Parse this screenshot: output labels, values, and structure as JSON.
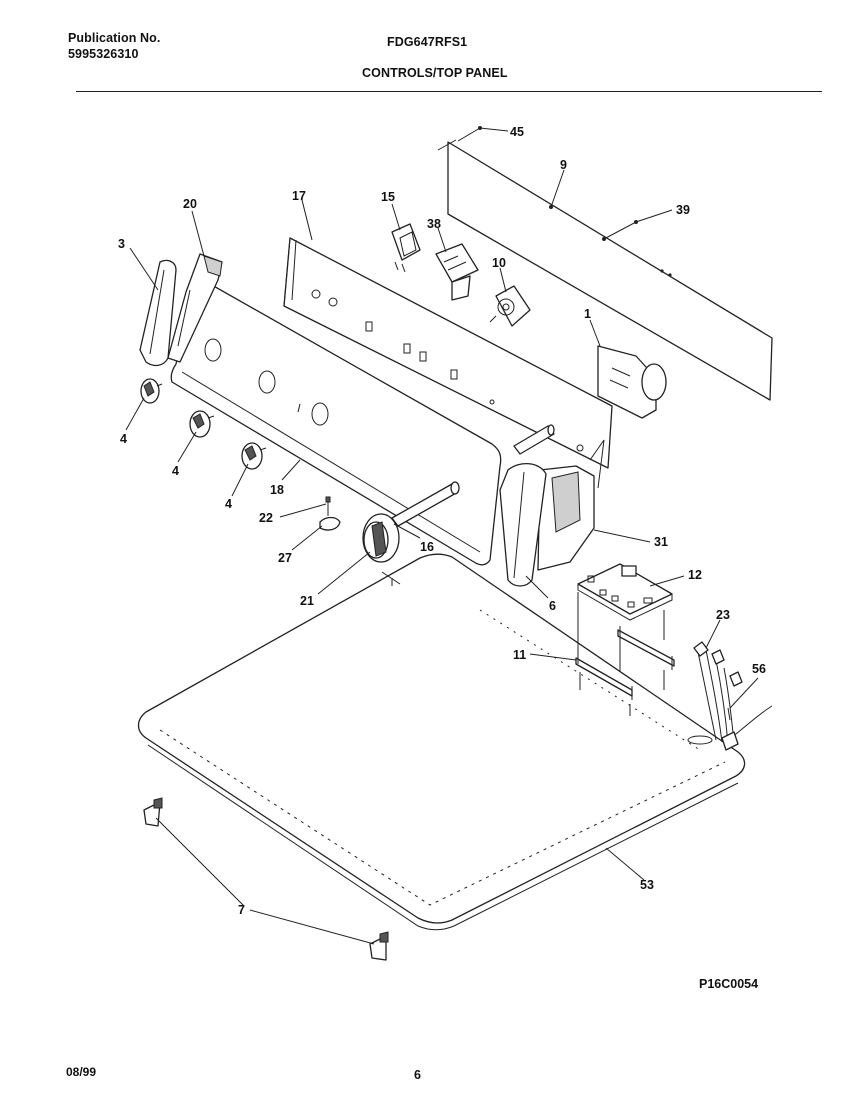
{
  "header": {
    "publication_label": "Publication No.",
    "publication_number": "5995326310",
    "model": "FDG647RFS1",
    "section_title": "CONTROLS/TOP PANEL"
  },
  "footer": {
    "drawing_code": "P16C0054",
    "date": "08/99",
    "page_number": "6"
  },
  "callouts": {
    "c45": "45",
    "c9": "9",
    "c39": "39",
    "c17": "17",
    "c15": "15",
    "c38": "38",
    "c10": "10",
    "c20": "20",
    "c3": "3",
    "c1": "1",
    "c4a": "4",
    "c4b": "4",
    "c4c": "4",
    "c18": "18",
    "c22": "22",
    "c27": "27",
    "c21": "21",
    "c16": "16",
    "c31": "31",
    "c6": "6",
    "c12": "12",
    "c23": "23",
    "c11": "11",
    "c56": "56",
    "c53": "53",
    "c7": "7"
  }
}
